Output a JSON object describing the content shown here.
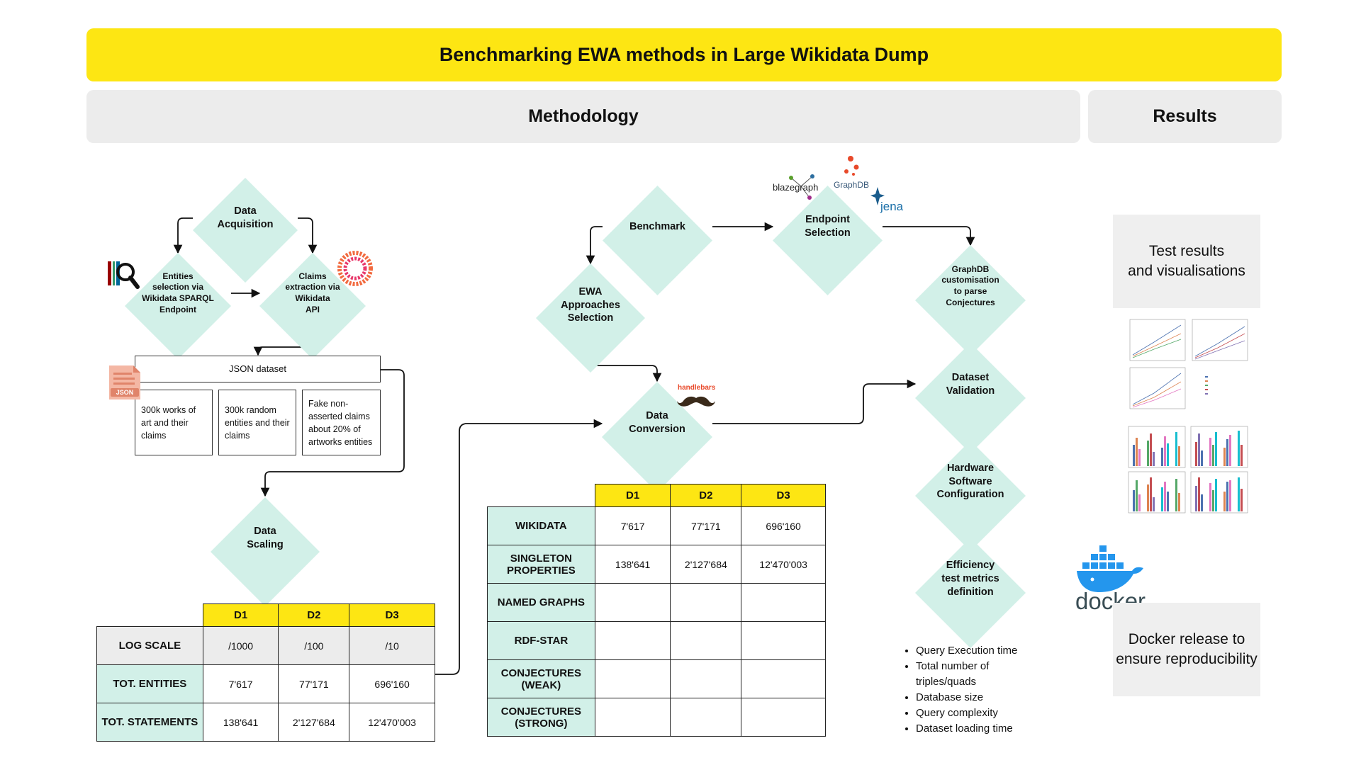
{
  "banner": {
    "title": "Benchmarking EWA methods in Large Wikidata Dump"
  },
  "sections": {
    "methodology": "Methodology",
    "results": "Results"
  },
  "colors": {
    "banner": "#fde613",
    "diamond": "#d2f0e8",
    "section": "#ececec"
  },
  "nodes": {
    "data_acquisition": "Data\nAcquisition",
    "entities_selection": "Entities\nselection via\nWikidata SPARQL\nEndpoint",
    "claims_extraction": "Claims\nextraction via\nWikidata\nAPI",
    "data_scaling": "Data\nScaling",
    "benchmark": "Benchmark",
    "ewa_selection": "EWA\nApproaches\nSelection",
    "data_conversion": "Data\nConversion",
    "endpoint_selection": "Endpoint\nSelection",
    "graphdb_custom": "GraphDB\ncustomisation\nto parse\nConjectures",
    "dataset_validation": "Dataset\nValidation",
    "hw_sw_config": "Hardware\nSoftware\nConfiguration",
    "efficiency_metrics": "Efficiency\ntest metrics\ndefinition"
  },
  "json_dataset": {
    "header": "JSON dataset",
    "items": [
      "300k works of art and their claims",
      "300k random entities and their claims",
      "Fake non-asserted claims about 20% of artworks entities"
    ]
  },
  "logos": {
    "json_icon": "JSON",
    "blazegraph": "blazegraph",
    "graphdb": "GraphDB",
    "jena": "jena",
    "handlebars": "handlebars",
    "docker": "docker"
  },
  "scaling_table": {
    "columns": [
      "D1",
      "D2",
      "D3"
    ],
    "rows": [
      {
        "label": "LOG SCALE",
        "values": [
          "/1000",
          "/100",
          "/10"
        ]
      },
      {
        "label": "TOT. ENTITIES",
        "values": [
          "7'617",
          "77'171",
          "696'160"
        ]
      },
      {
        "label": "TOT. STATEMENTS",
        "values": [
          "138'641",
          "2'127'684",
          "12'470'003"
        ]
      }
    ]
  },
  "conversion_table": {
    "columns": [
      "D1",
      "D2",
      "D3"
    ],
    "rows": [
      {
        "label": "WIKIDATA",
        "values": [
          "7'617",
          "77'171",
          "696'160"
        ]
      },
      {
        "label": "SINGLETON PROPERTIES",
        "values": [
          "138'641",
          "2'127'684",
          "12'470'003"
        ]
      },
      {
        "label": "NAMED GRAPHS",
        "values": [
          "",
          "",
          ""
        ]
      },
      {
        "label": "RDF-STAR",
        "values": [
          "",
          "",
          ""
        ]
      },
      {
        "label": "CONJECTURES (WEAK)",
        "values": [
          "",
          "",
          ""
        ]
      },
      {
        "label": "CONJECTURES (STRONG)",
        "values": [
          "",
          "",
          ""
        ]
      }
    ]
  },
  "metrics": [
    "Query Execution time",
    "Total number of triples/quads",
    "Database size",
    "Query complexity",
    "Dataset loading time"
  ],
  "results": {
    "test_results": "Test results\nand visualisations",
    "docker_release": "Docker release to\nensure reproducibility"
  }
}
